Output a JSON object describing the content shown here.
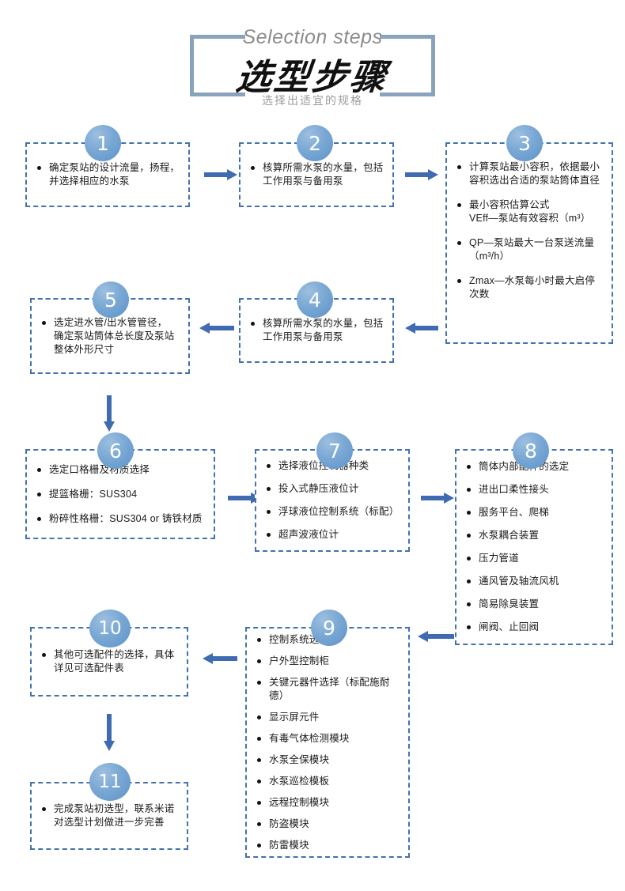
{
  "header": {
    "english_title": "Selection steps",
    "chinese_title": "选型步骤",
    "subtitle": "选择出适宜的规格",
    "frame_color": "#8aa3bd",
    "en_color": "#8c8c8c",
    "sub_color": "#9b9b9b"
  },
  "theme": {
    "box_border": "#4472b0",
    "arrow_color": "#3f6bb0",
    "badge_color": "#5b92c9",
    "text_color": "#1a1a1a"
  },
  "steps": [
    {
      "number": "1",
      "bullets": [
        {
          "l1": "确定泵站的设计流量，扬程，",
          "l2": "并选择相应的水泵"
        }
      ]
    },
    {
      "number": "2",
      "bullets": [
        {
          "l1": "核算所需水泵的水量，包括",
          "l2": "工作用泵与备用泵"
        }
      ]
    },
    {
      "number": "3",
      "bullets": [
        {
          "l1": "计算泵站最小容积，依据最小",
          "l2": "容积选出合适的泵站筒体直径"
        },
        {
          "l1": "最小容积估算公式",
          "l2": "VEff—泵站有效容积（m³）"
        },
        {
          "l1": "QP—泵站最大一台泵送流量",
          "l2": "（m³/h）"
        },
        {
          "l1": "Zmax—水泵每小时最大启停",
          "l2": "次数"
        }
      ]
    },
    {
      "number": "4",
      "bullets": [
        {
          "l1": "核算所需水泵的水量，包括",
          "l2": "工作用泵与备用泵"
        }
      ]
    },
    {
      "number": "5",
      "bullets": [
        {
          "l1": "选定进水管/出水管管径，",
          "l2": "确定泵站筒体总长度及泵站",
          "l3": "整体外形尺寸"
        }
      ]
    },
    {
      "number": "6",
      "bullets": [
        {
          "l1": "选定口格栅及材质选择"
        },
        {
          "l1": "提篮格栅：SUS304"
        },
        {
          "l1": "粉碎性格栅：SUS304 or 铸铁材质"
        }
      ]
    },
    {
      "number": "7",
      "bullets": [
        {
          "l1": "选择液位控制器种类"
        },
        {
          "l1": "投入式静压液位计"
        },
        {
          "l1": "浮球液位控制系统（标配）"
        },
        {
          "l1": "超声波液位计"
        }
      ]
    },
    {
      "number": "8",
      "bullets": [
        {
          "l1": "筒体内部配件的选定"
        },
        {
          "l1": "进出口柔性接头"
        },
        {
          "l1": "服务平台、爬梯"
        },
        {
          "l1": "水泵耦合装置"
        },
        {
          "l1": "压力管道"
        },
        {
          "l1": "通风管及轴流风机"
        },
        {
          "l1": "简易除臭装置"
        },
        {
          "l1": "闸阀、止回阀"
        }
      ]
    },
    {
      "number": "9",
      "bullets": [
        {
          "l1": "控制系统选择"
        },
        {
          "l1": "户外型控制柜"
        },
        {
          "l1": "关键元器件选择（标配施耐德）"
        },
        {
          "l1": "显示屏元件"
        },
        {
          "l1": "有毒气体检测模块"
        },
        {
          "l1": "水泵全保模块"
        },
        {
          "l1": "水泵巡检模板"
        },
        {
          "l1": "远程控制模块"
        },
        {
          "l1": "防盗模块"
        },
        {
          "l1": "防雷模块"
        }
      ]
    },
    {
      "number": "10",
      "bullets": [
        {
          "l1": "其他可选配件的选择，具体",
          "l2": "详见可选配件表"
        }
      ]
    },
    {
      "number": "11",
      "bullets": [
        {
          "l1": "完成泵站初选型，联系米诺",
          "l2": "对选型计划做进一步完善"
        }
      ]
    }
  ]
}
